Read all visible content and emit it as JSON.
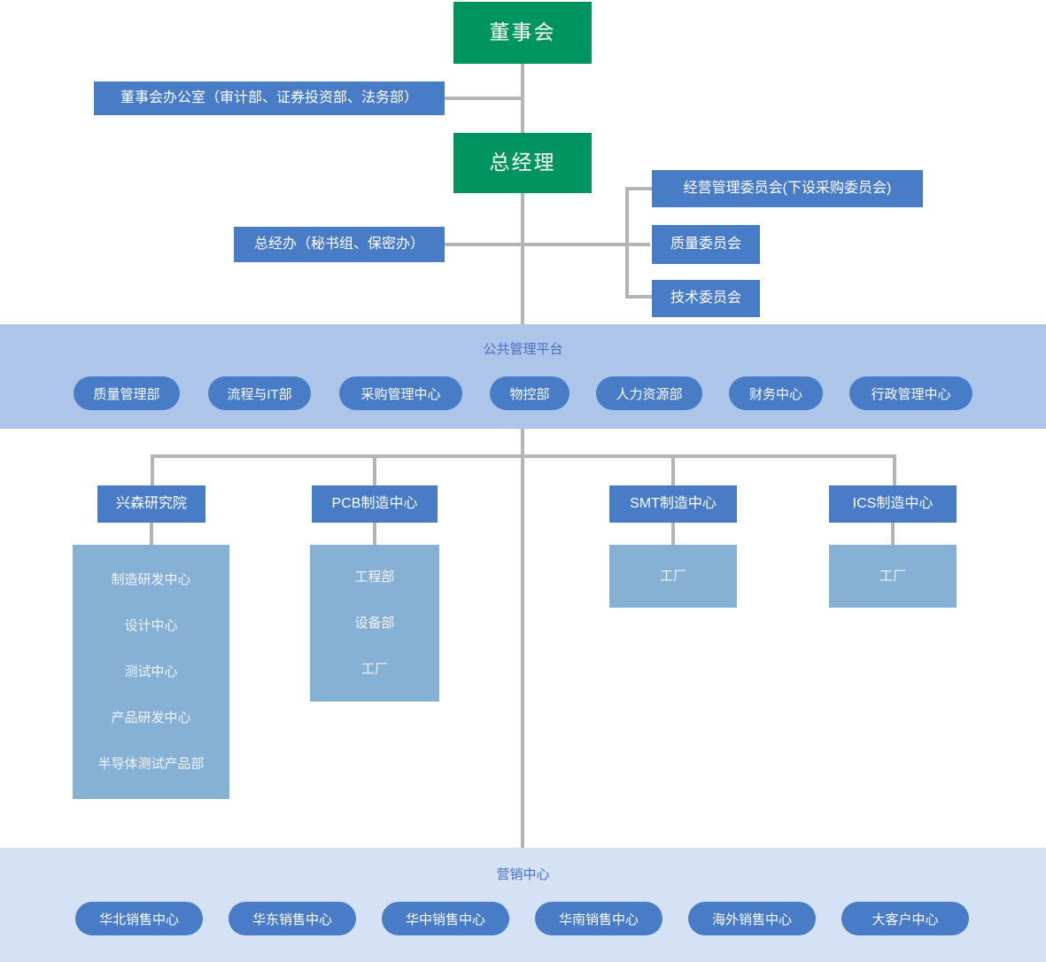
{
  "colors": {
    "green": "#009460",
    "blue": "#487cc7",
    "pale_blue": "#87b0d5",
    "band_platform": "#aec5ea",
    "band_marketing": "#d5e1f4",
    "connector": "#b4b4b4",
    "band_title_text": "#4a6fbf"
  },
  "top": {
    "board": "董事会",
    "board_office": "董事会办公室（审计部、证券投资部、法务部）",
    "general_manager": "总经理",
    "gm_office": "总经办（秘书组、保密办）"
  },
  "committees": [
    {
      "label": "经营管理委员会(下设采购委员会)"
    },
    {
      "label": "质量委员会"
    },
    {
      "label": "技术委员会"
    }
  ],
  "platform": {
    "title": "公共管理平台",
    "departments": [
      {
        "label": "质量管理部"
      },
      {
        "label": "流程与IT部"
      },
      {
        "label": "采购管理中心"
      },
      {
        "label": "物控部"
      },
      {
        "label": "人力资源部"
      },
      {
        "label": "财务中心"
      },
      {
        "label": "行政管理中心"
      }
    ]
  },
  "divisions": [
    {
      "label": "兴森研究院",
      "children": [
        "制造研发中心",
        "设计中心",
        "测试中心",
        "产品研发中心",
        "半导体测试产品部"
      ]
    },
    {
      "label": "PCB制造中心",
      "children": [
        "工程部",
        "设备部",
        "工厂"
      ]
    },
    {
      "label": "SMT制造中心",
      "children": [
        "工厂"
      ]
    },
    {
      "label": "ICS制造中心",
      "children": [
        "工厂"
      ]
    }
  ],
  "marketing": {
    "title": "营销中心",
    "centers": [
      {
        "label": "华北销售中心"
      },
      {
        "label": "华东销售中心"
      },
      {
        "label": "华中销售中心"
      },
      {
        "label": "华南销售中心"
      },
      {
        "label": "海外销售中心"
      },
      {
        "label": "大客户中心"
      }
    ]
  }
}
